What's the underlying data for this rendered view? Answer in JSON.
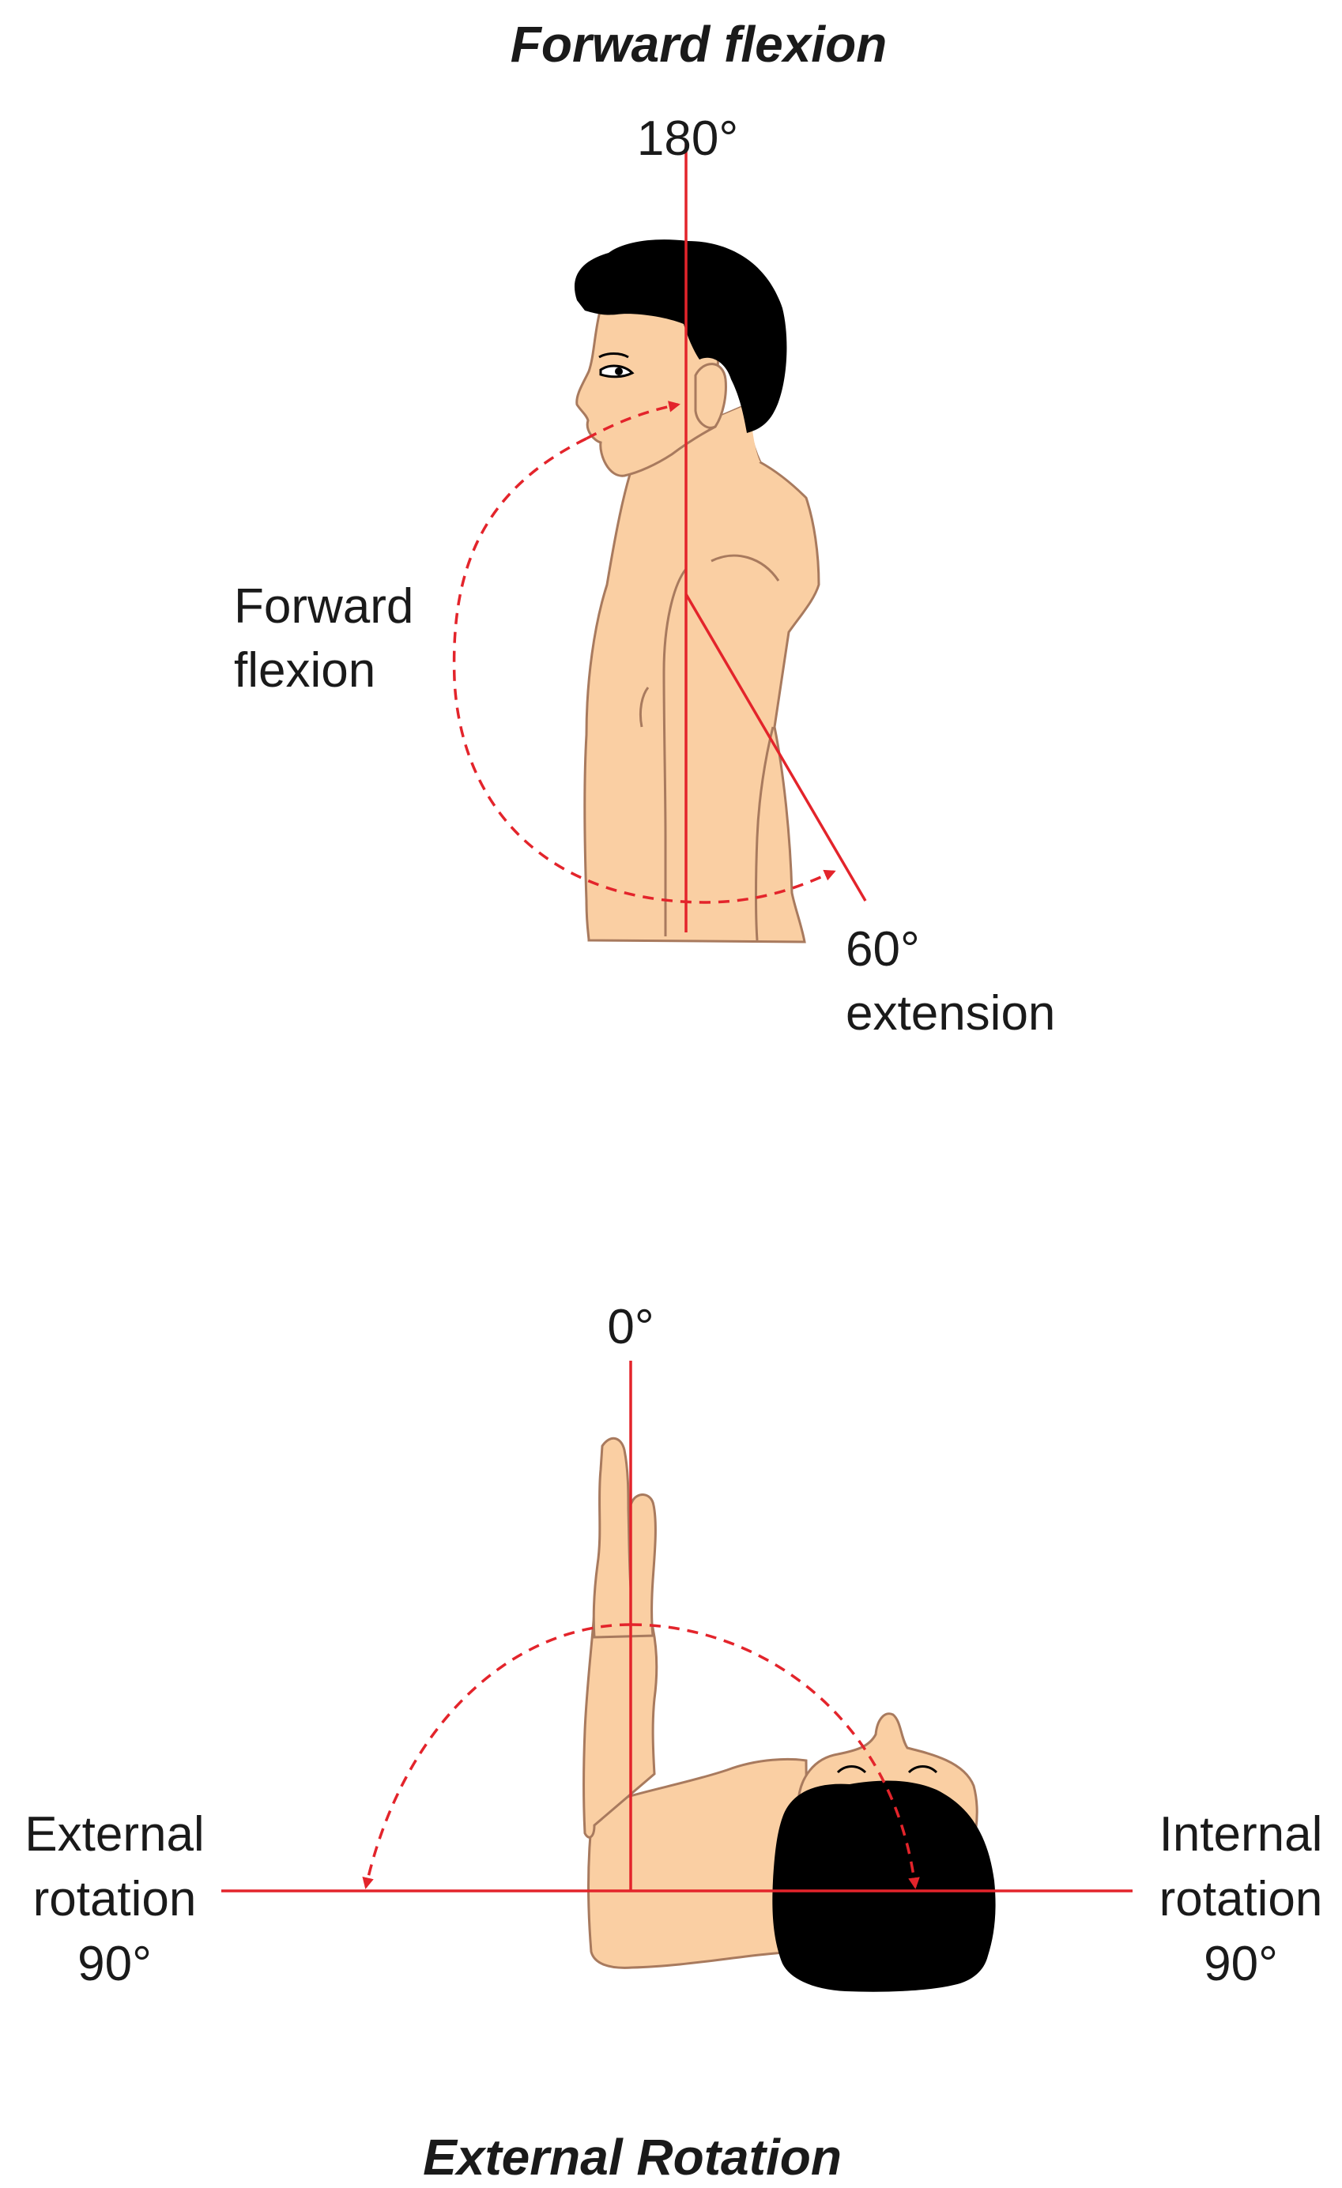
{
  "top_panel": {
    "title": "Forward flexion",
    "angle_top": "180°",
    "arc_label": [
      "Forward",
      "flexion"
    ],
    "extension_label": [
      "60°",
      "extension"
    ]
  },
  "bottom_panel": {
    "title": "External Rotation",
    "angle_top": "0°",
    "left_label": [
      "External",
      "rotation",
      "90°"
    ],
    "right_label": [
      "Internal",
      "rotation",
      "90°"
    ]
  },
  "colors": {
    "skin": "#FACFA3",
    "outline": "#A87A5E",
    "hair": "#000000",
    "line": "#E3242B",
    "text": "#1a1a1a"
  }
}
